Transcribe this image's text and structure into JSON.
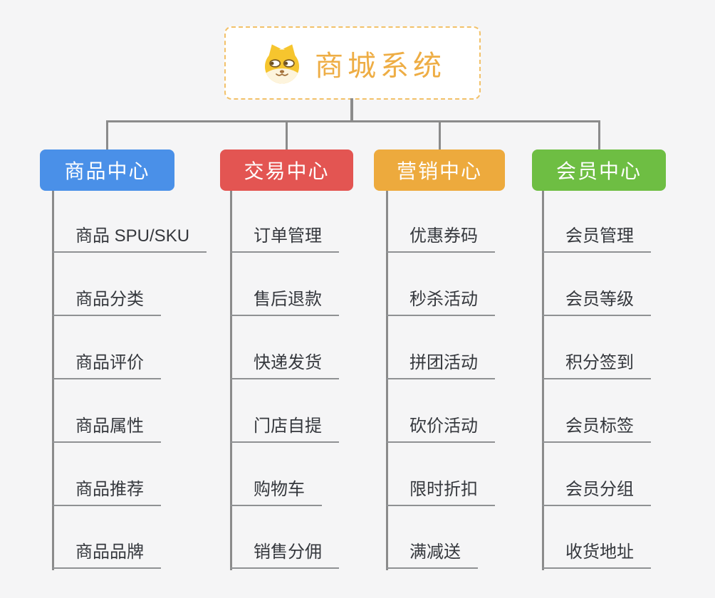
{
  "root": {
    "title": "商城系统",
    "title_color": "#eead44",
    "border_color": "#f2c169",
    "icon": "dog-face-icon"
  },
  "connector_color": "#8b8b8b",
  "branches": [
    {
      "label": "商品中心",
      "color": "#4a90e8",
      "items": [
        "商品 SPU/SKU",
        "商品分类",
        "商品评价",
        "商品属性",
        "商品推荐",
        "商品品牌"
      ]
    },
    {
      "label": "交易中心",
      "color": "#e35552",
      "items": [
        "订单管理",
        "售后退款",
        "快递发货",
        "门店自提",
        "购物车",
        "销售分佣"
      ]
    },
    {
      "label": "营销中心",
      "color": "#edaa3d",
      "items": [
        "优惠券码",
        "秒杀活动",
        "拼团活动",
        "砍价活动",
        "限时折扣",
        "满减送"
      ]
    },
    {
      "label": "会员中心",
      "color": "#6ebe43",
      "items": [
        "会员管理",
        "会员等级",
        "积分签到",
        "会员标签",
        "会员分组",
        "收货地址"
      ]
    }
  ]
}
